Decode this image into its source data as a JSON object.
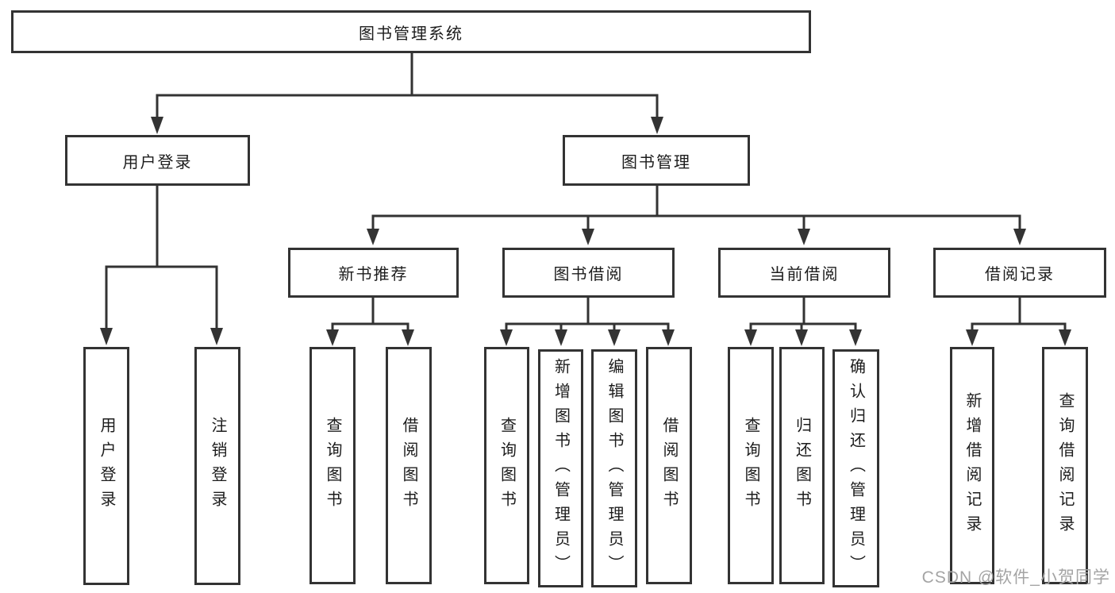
{
  "diagram": {
    "title": "图书管理系统",
    "branches": [
      {
        "label": "用户登录",
        "children": [
          "用户登录",
          "注销登录"
        ]
      },
      {
        "label": "图书管理",
        "children": [
          {
            "label": "新书推荐",
            "children": [
              "查询图书",
              "借阅图书"
            ]
          },
          {
            "label": "图书借阅",
            "children": [
              "查询图书",
              "新增图书（管理员）",
              "编辑图书（管理员）",
              "借阅图书"
            ]
          },
          {
            "label": "当前借阅",
            "children": [
              "查询图书",
              "归还图书",
              "确认归还（管理员）"
            ]
          },
          {
            "label": "借阅记录",
            "children": [
              "新增借阅记录",
              "查询借阅记录"
            ]
          }
        ]
      }
    ]
  },
  "watermark": "CSDN @软件_小贺同学",
  "colors": {
    "line": "#333333",
    "box_border": "#333333",
    "box_fill": "#ffffff",
    "text": "#1c1c1c",
    "watermark": "#a4a4a4",
    "background": "#ffffff"
  }
}
